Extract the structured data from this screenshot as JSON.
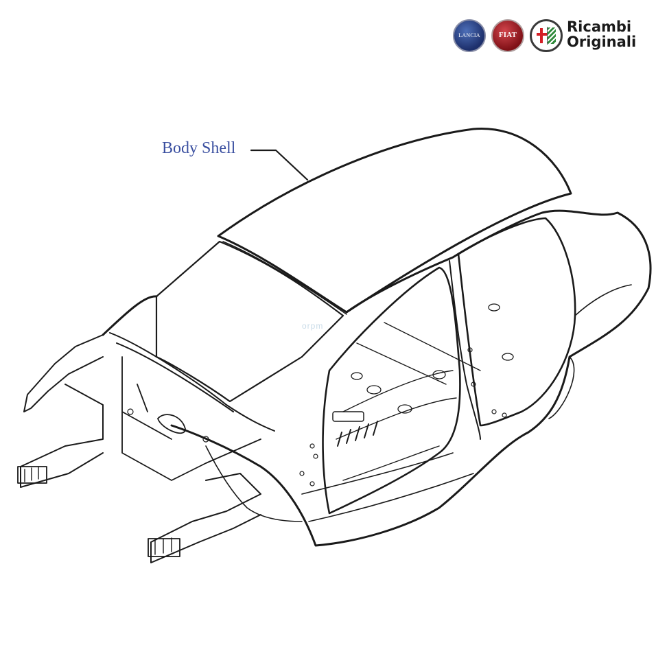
{
  "brand": {
    "badges": [
      {
        "name": "lancia-badge",
        "text": "LANCIA",
        "color": "#1d2f6b"
      },
      {
        "name": "fiat-badge",
        "text": "FIAT",
        "color": "#a01a22"
      },
      {
        "name": "alfa-romeo-badge",
        "color": "#2e8a3a"
      }
    ],
    "line1": "Ricambi",
    "line2": "Originali"
  },
  "diagram": {
    "callout_label": "Body Shell",
    "watermark": "orpm"
  },
  "colors": {
    "callout_text": "#3a4fa0",
    "line": "#1a1a1a"
  }
}
